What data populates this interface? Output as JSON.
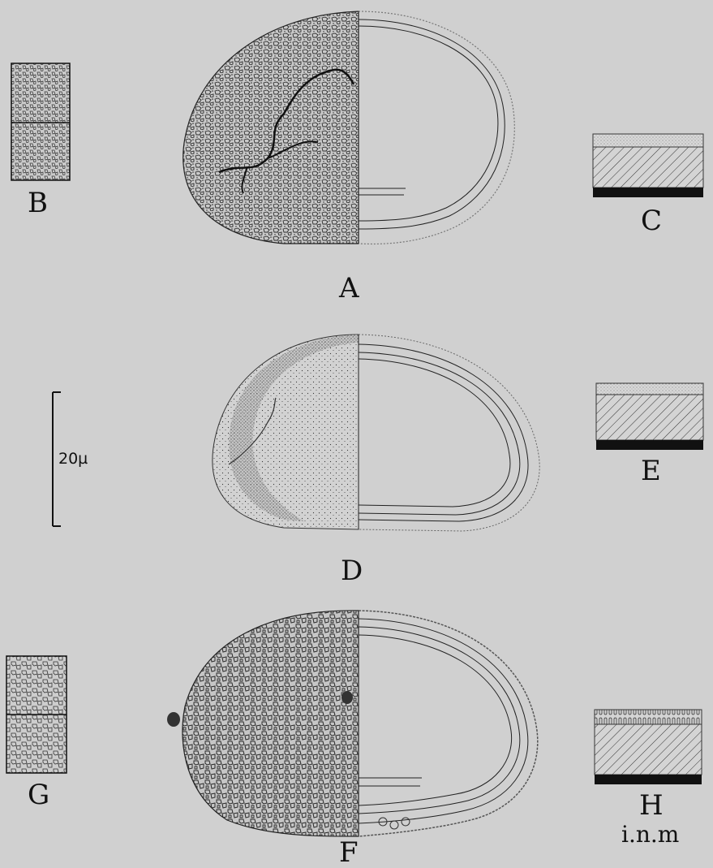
{
  "figure": {
    "panels": [
      {
        "id": "A",
        "label": "A",
        "description": "pollen grain with mesh texture and colpus, half sectional"
      },
      {
        "id": "B",
        "label": "B"
      },
      {
        "id": "C",
        "label": "C"
      },
      {
        "id": "D",
        "label": "D"
      },
      {
        "id": "E",
        "label": "E"
      },
      {
        "id": "F",
        "label": "F"
      },
      {
        "id": "G",
        "label": "G"
      },
      {
        "id": "H",
        "label": "H"
      }
    ],
    "scale_bar": {
      "label": "20µ"
    },
    "signature": "i.n.m",
    "colors": {
      "background": "#d0d0d0",
      "ink": "#1a1a1a"
    }
  }
}
